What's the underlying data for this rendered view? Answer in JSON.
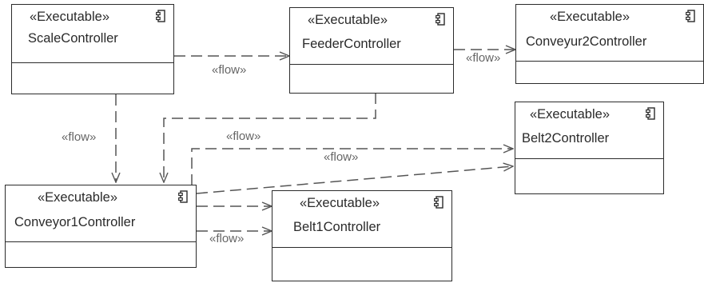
{
  "stereotype": "«Executable»",
  "flow_label": "«flow»",
  "components": {
    "scale": "ScaleController",
    "feeder": "FeederController",
    "conveyor2": "Conveyur2Controller",
    "belt2": "Belt2Controller",
    "conveyor1": "Conveyor1Controller",
    "belt1": "Belt1Controller"
  },
  "icon": "component-icon",
  "colors": {
    "line": "#2b2b2b",
    "dashed": "#555555",
    "label": "#666666"
  }
}
